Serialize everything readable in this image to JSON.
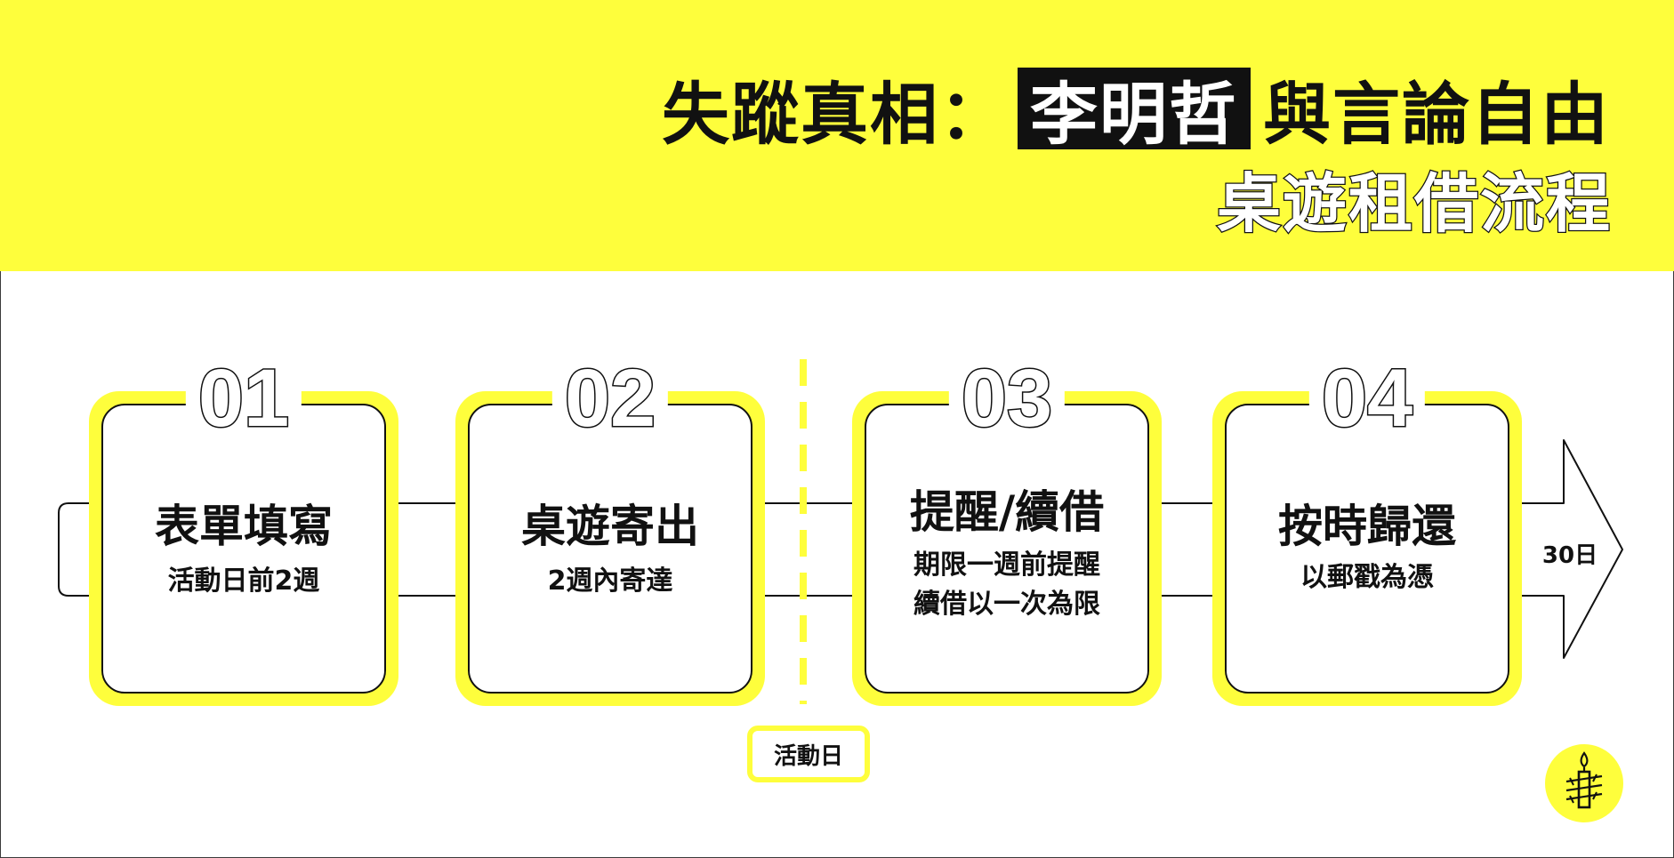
{
  "header": {
    "title_prefix": "失蹤真相：",
    "title_highlight": "李明哲",
    "title_suffix": "與言論自由",
    "subtitle": "桌遊租借流程"
  },
  "steps": [
    {
      "number": "01",
      "title": "表單填寫",
      "desc": [
        "活動日前2週"
      ]
    },
    {
      "number": "02",
      "title": "桌遊寄出",
      "desc": [
        "2週內寄達"
      ]
    },
    {
      "number": "03",
      "title": "提醒/續借",
      "desc": [
        "期限一週前提醒",
        "續借以一次為限"
      ]
    },
    {
      "number": "04",
      "title": "按時歸還",
      "desc": [
        "以郵戳為憑"
      ]
    }
  ],
  "event_day_label": "活動日",
  "arrow_label": "30日",
  "colors": {
    "accent_yellow": "#fefe3c",
    "ink": "#111111",
    "background": "#ffffff"
  },
  "logo_icon": "candle-in-barbed-wire-icon"
}
